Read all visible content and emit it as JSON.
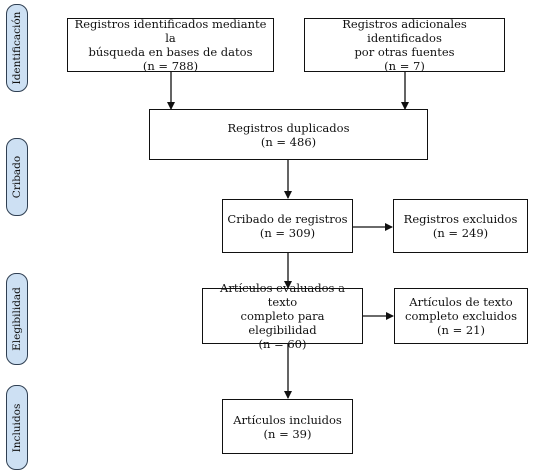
{
  "stages": {
    "identificacion": "Identificación",
    "cribado": "Cribado",
    "elegibilidad": "Elegibilidad",
    "incluidos": "Incluidos"
  },
  "boxes": {
    "db_search": {
      "line1": "Registros identificados mediante la",
      "line2": "búsqueda en bases de datos",
      "count": "(n = 788)"
    },
    "other_sources": {
      "line1": "Registros adicionales identificados",
      "line2": "por otras fuentes",
      "count": "(n = 7)"
    },
    "duplicates": {
      "line1": "Registros duplicados",
      "count": "(n = 486)"
    },
    "screened": {
      "line1": "Cribado de registros",
      "count": "(n = 309)"
    },
    "excluded": {
      "line1": "Registros excluidos",
      "count": "(n = 249)"
    },
    "full_text": {
      "line1": "Artículos evaluados a texto",
      "line2": "completo para elegibilidad",
      "count": "(n = 60)"
    },
    "full_text_excluded": {
      "line1": "Artículos de texto",
      "line2": "completo excluidos",
      "count": "(n = 21)"
    },
    "included": {
      "line1": "Artículos incluidos",
      "count": "(n = 39)"
    }
  }
}
